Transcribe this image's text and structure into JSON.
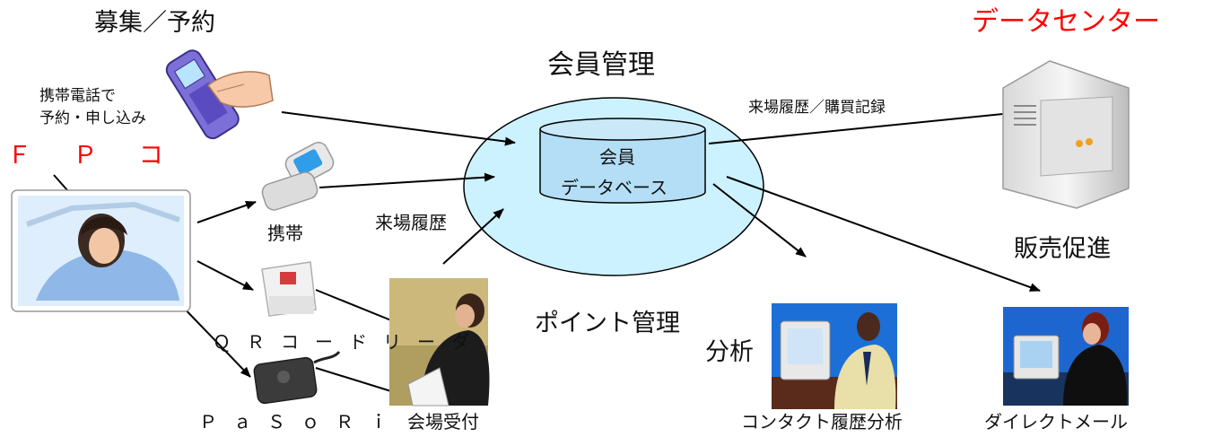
{
  "title_recruit": "募集／予約",
  "phone_caption": "携帯電話で\n予約・申し込み",
  "fpc": "Ｆ Ｐ コ",
  "member_mgmt": "会員管理",
  "db_line1": "会員",
  "db_line2": "データベース",
  "data_center": "データセンター",
  "visit_purchase": "来場履歴／購買記録",
  "mobile": "携帯",
  "visit_history": "来場履歴",
  "sales_promo": "販売促進",
  "point_mgmt": "ポイント管理",
  "analysis": "分析",
  "qr_reader": "ＱＲコードリーダ",
  "pasori": "ＰａＳｏＲｉ",
  "venue_reception": "会場受付",
  "contact_analysis": "コンタクト履歴分析",
  "direct_mail": "ダイレクトメール",
  "colors": {
    "accent_red": "#ff0000",
    "ellipse_fill": "#ccf2ff",
    "db_fill": "#b3def5"
  }
}
